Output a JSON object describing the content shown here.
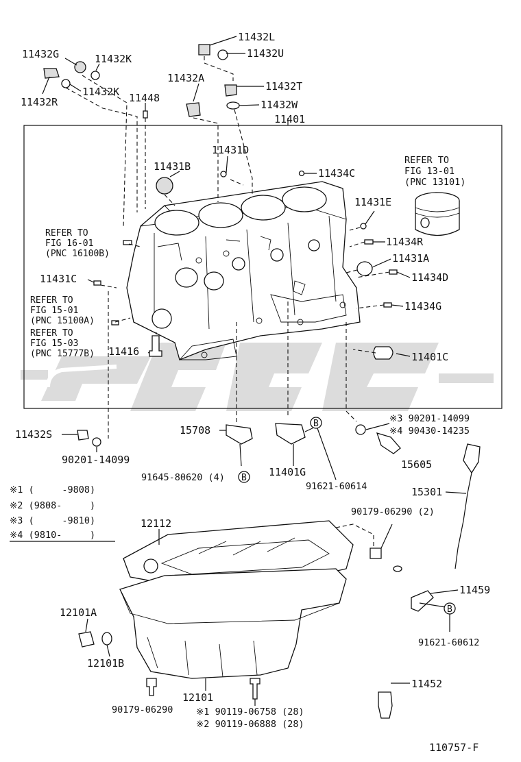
{
  "callouts": {
    "p11432L": "11432L",
    "p11432U": "11432U",
    "p11432G": "11432G",
    "p11432K_top": "11432K",
    "p11432R": "11432R",
    "p11432K_mid": "11432K",
    "p11448": "11448",
    "p11432A": "11432A",
    "p11432T": "11432T",
    "p11432W": "11432W",
    "p11401": "11401",
    "p11431D": "11431D",
    "p11431B": "11431B",
    "p11434C": "11434C",
    "p11431E": "11431E",
    "p11434R": "11434R",
    "p11431A": "11431A",
    "p11434D": "11434D",
    "p11431C": "11431C",
    "p11434G": "11434G",
    "p11416": "11416",
    "p11401C": "11401C",
    "p11432S": "11432S",
    "p90201_left": "90201-14099",
    "p15708": "15708",
    "p11401G": "11401G",
    "p91645": "91645-80620 (4)",
    "p91621_614": "91621-60614",
    "p90201_ref3": "※3 90201-14099",
    "p90430_ref4": "※4 90430-14235",
    "p15605": "15605",
    "p15301": "15301",
    "p90179_2": "90179-06290 (2)",
    "p12112": "12112",
    "p11459": "11459",
    "p12101A": "12101A",
    "p12101B": "12101B",
    "p91621_612": "91621-60612",
    "p11452": "11452",
    "p90179_b": "90179-06290",
    "p12101": "12101",
    "p90119_1": "※1 90119-06758 (28)",
    "p90119_2": "※2 90119-06888 (28)"
  },
  "refs": {
    "r13_l1": "REFER TO",
    "r13_l2": "FIG 13-01",
    "r13_l3": "(PNC 13101)",
    "r16_l1": "REFER TO",
    "r16_l2": "FIG 16-01",
    "r16_l3": "(PNC 16100B)",
    "r1501_l1": "REFER TO",
    "r1501_l2": "FIG 15-01",
    "r1501_l3": "(PNC 15100A)",
    "r1503_l1": "REFER TO",
    "r1503_l2": "FIG 15-03",
    "r1503_l3": "(PNC 15777B)"
  },
  "markers": {
    "b_letter": "B"
  },
  "legend": {
    "l1": "※1 (     -9808)",
    "l2": "※2 (9808-     )",
    "l3": "※3 (     -9810)",
    "l4": "※4 (9810-     )"
  },
  "figure_code": "110757-F"
}
